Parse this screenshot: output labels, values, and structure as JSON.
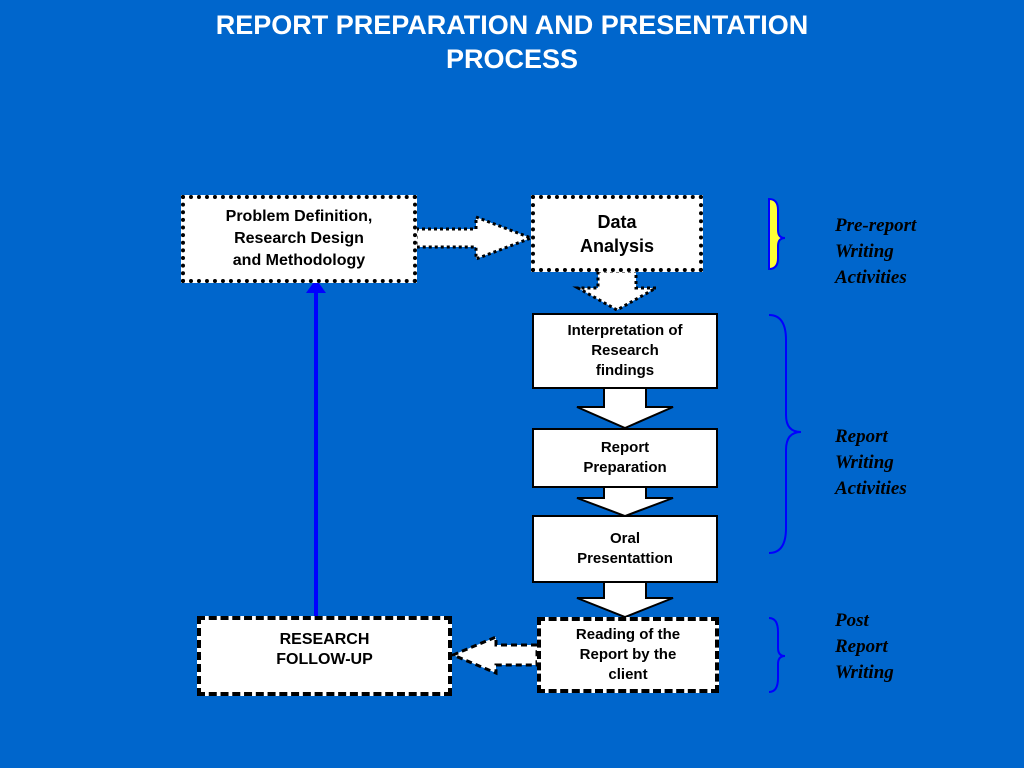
{
  "title": {
    "line1": "REPORT PREPARATION AND PRESENTATION",
    "line2": "PROCESS"
  },
  "boxes": {
    "problem_definition": "Problem Definition,\nResearch Design\nand Methodology",
    "data_analysis": "Data\nAnalysis",
    "interpretation": "Interpretation of\nResearch\nfindings",
    "report_preparation": "Report\nPreparation",
    "oral_presentation": "Oral\nPresentattion",
    "reading": "Reading of the\nReport by the\nclient",
    "follow_up": "RESEARCH\nFOLLOW-UP"
  },
  "side_labels": {
    "pre_report": "Pre-report\n Writing\nActivities",
    "report_writing": "Report\nWriting\nActivities",
    "post_report": "Post\nReport\nWriting"
  },
  "colors": {
    "background": "#0066CC",
    "box_fill": "#FFFFFF",
    "pre_brace_fill": "#FFFF33",
    "brace_stroke": "#0000FF",
    "feedback_line": "#0000FF"
  }
}
